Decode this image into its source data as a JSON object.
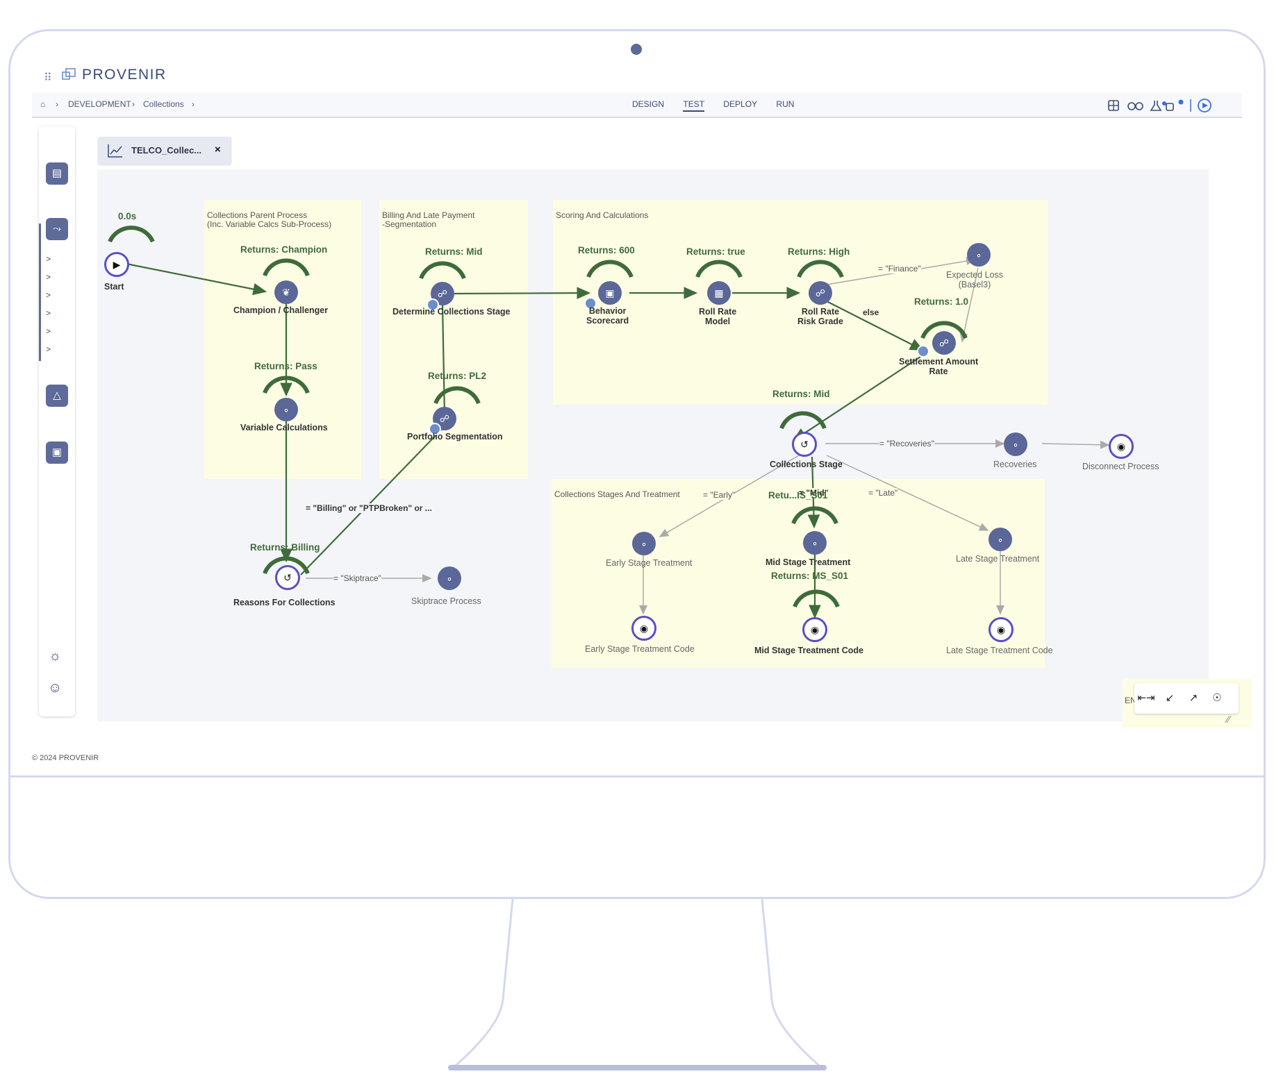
{
  "app": {
    "logo": "PROVENIR",
    "footer": "© 2024 PROVENIR"
  },
  "breadcrumb": {
    "level1": "DEVELOPMENT",
    "level2": "Collections"
  },
  "tabs": {
    "design": "DESIGN",
    "test": "TEST",
    "deploy": "DEPLOY",
    "run": "RUN",
    "active": "TEST"
  },
  "doc_tab": {
    "label": "TELCO_Collec..."
  },
  "flow": {
    "timer": "0.0s",
    "start": "Start",
    "groups": {
      "parent": "Collections Parent Process\n(Inc. Variable Calcs Sub-Process)",
      "billing": "Billing And Late Payment\n-Segmentation",
      "scoring": "Scoring And Calculations",
      "stages": "Collections Stages And Treatment"
    },
    "returns": {
      "champion": "Returns: Champion",
      "pass": "Returns: Pass",
      "billing": "Returns: Billing",
      "mid1": "Returns: Mid",
      "pl2": "Returns: PL2",
      "r600": "Returns: 600",
      "rtrue": "Returns: true",
      "high": "Returns: High",
      "r10": "Returns: 1.0",
      "mid2": "Returns: Mid",
      "ms01a": "Retu...IS_S01",
      "ms01b": "Returns: MS_S01"
    },
    "nodes": {
      "champion": "Champion / Challenger",
      "varcalc": "Variable Calculations",
      "reasons": "Reasons For Collections",
      "skiptrace": "Skiptrace Process",
      "determine": "Determine Collections Stage",
      "portfolio": "Portfolio Segmentation",
      "behavior": "Behavior\nScorecard",
      "rollrate": "Roll Rate\nModel",
      "rollgrade": "Roll Rate\nRisk Grade",
      "expected": "Expected Loss\n(Basel3)",
      "settlement": "Settlement Amount\nRate",
      "stage": "Collections Stage",
      "recoveries": "Recoveries",
      "disconnect": "Disconnect Process",
      "early": "Early Stage Treatment",
      "mid": "Mid Stage Treatment",
      "late": "Late Stage Treatment",
      "earlycode": "Early Stage Treatment Code",
      "midcode": "Mid Stage Treatment Code",
      "latecode": "Late Stage Treatment Code"
    },
    "edges": {
      "billing_cond": "= \"Billing\" or \"PTPBroken\" or ...",
      "skiptrace": "= \"Skiptrace\"",
      "finance": "= \"Finance\"",
      "else": "else",
      "recoveries": "= \"Recoveries\"",
      "early": "= \"Early\"",
      "mid": "= \"Mid\"",
      "late": "= \"Late\""
    },
    "end": "END"
  }
}
